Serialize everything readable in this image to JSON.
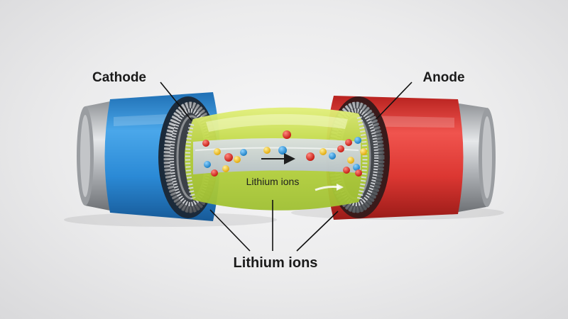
{
  "labels": {
    "cathode": "Cathode",
    "anode": "Anode",
    "inner_ions": "Lithium ions",
    "bottom_ions": "Lithium ions"
  },
  "colors": {
    "cathode_body": "#2f8fd8",
    "anode_body": "#e03a36",
    "electrolyte": "#c9dc4a",
    "separator": "#c9cfe6",
    "ion_red": "#e0241c",
    "ion_blue": "#2c9be3",
    "ion_yellow": "#f2c417",
    "metal": "#b9bcc0"
  }
}
